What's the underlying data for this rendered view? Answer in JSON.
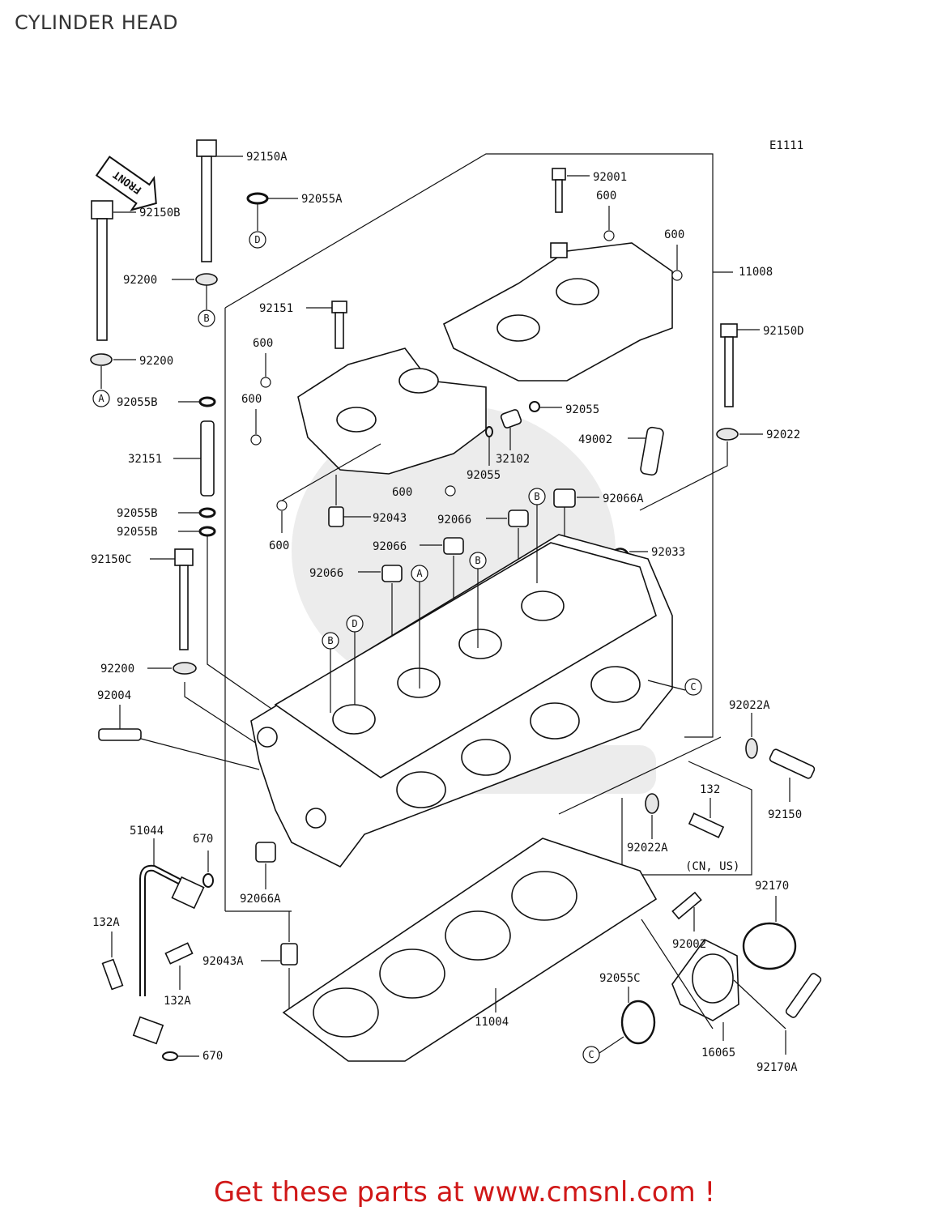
{
  "title": "CYLINDER HEAD",
  "diagram_id": "E1111",
  "front_marker": "FRONT",
  "footer": "Get these parts at www.cmsnl.com !",
  "circle_refs": [
    "A",
    "B",
    "C",
    "D"
  ],
  "parts": [
    {
      "id": "p1",
      "label": "92150A"
    },
    {
      "id": "p2",
      "label": "92055A"
    },
    {
      "id": "p3",
      "label": "92150B"
    },
    {
      "id": "p4",
      "label": "92200"
    },
    {
      "id": "p5",
      "label": "92200"
    },
    {
      "id": "p6",
      "label": "92055B"
    },
    {
      "id": "p7",
      "label": "32151"
    },
    {
      "id": "p8",
      "label": "92055B"
    },
    {
      "id": "p9",
      "label": "92055B"
    },
    {
      "id": "p10",
      "label": "92150C"
    },
    {
      "id": "p11",
      "label": "92200"
    },
    {
      "id": "p12",
      "label": "92004"
    },
    {
      "id": "p13",
      "label": "51044"
    },
    {
      "id": "p14",
      "label": "670"
    },
    {
      "id": "p15",
      "label": "132A"
    },
    {
      "id": "p16",
      "label": "132A"
    },
    {
      "id": "p17",
      "label": "670"
    },
    {
      "id": "p18",
      "label": "92001"
    },
    {
      "id": "p19",
      "label": "600"
    },
    {
      "id": "p20",
      "label": "600"
    },
    {
      "id": "p21",
      "label": "11008"
    },
    {
      "id": "p22",
      "label": "92151"
    },
    {
      "id": "p23",
      "label": "600"
    },
    {
      "id": "p24",
      "label": "600"
    },
    {
      "id": "p25",
      "label": "92055"
    },
    {
      "id": "p26",
      "label": "32102"
    },
    {
      "id": "p27",
      "label": "92055"
    },
    {
      "id": "p28",
      "label": "600"
    },
    {
      "id": "p29",
      "label": "600"
    },
    {
      "id": "p30",
      "label": "92043"
    },
    {
      "id": "p31",
      "label": "92150D"
    },
    {
      "id": "p32",
      "label": "49002"
    },
    {
      "id": "p33",
      "label": "92022"
    },
    {
      "id": "p34",
      "label": "92066A"
    },
    {
      "id": "p35",
      "label": "92066"
    },
    {
      "id": "p36",
      "label": "92066"
    },
    {
      "id": "p37",
      "label": "92066"
    },
    {
      "id": "p38",
      "label": "92033"
    },
    {
      "id": "p39",
      "label": "92022A"
    },
    {
      "id": "p40",
      "label": "132"
    },
    {
      "id": "p41",
      "label": "92150"
    },
    {
      "id": "p42",
      "label": "92022A"
    },
    {
      "id": "p43",
      "label": "(CN, US)"
    },
    {
      "id": "p44",
      "label": "92066A"
    },
    {
      "id": "p45",
      "label": "92043A"
    },
    {
      "id": "p46",
      "label": "11004"
    },
    {
      "id": "p47",
      "label": "92002"
    },
    {
      "id": "p48",
      "label": "92170"
    },
    {
      "id": "p49",
      "label": "92055C"
    },
    {
      "id": "p50",
      "label": "16065"
    },
    {
      "id": "p51",
      "label": "92170A"
    }
  ]
}
